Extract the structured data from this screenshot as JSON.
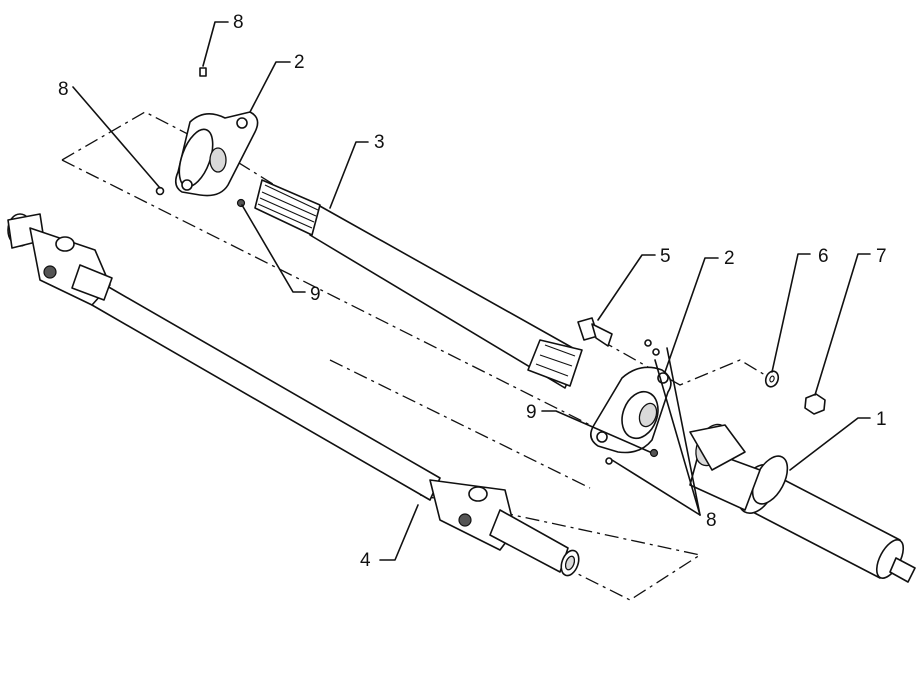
{
  "callouts": {
    "c1": "1",
    "c2a": "2",
    "c2b": "2",
    "c3": "3",
    "c4": "4",
    "c5": "5",
    "c6": "6",
    "c7": "7",
    "c8a": "8",
    "c8b": "8",
    "c8c": "8",
    "c9a": "9",
    "c9b": "9"
  }
}
